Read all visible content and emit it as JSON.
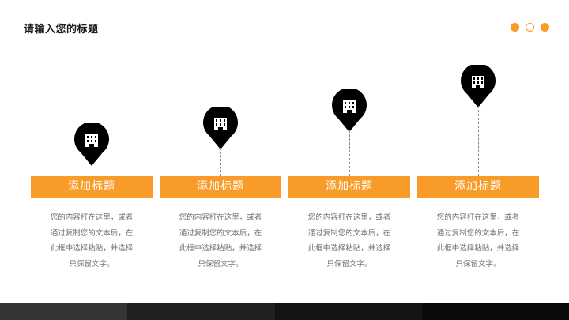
{
  "slide": {
    "title": "请输入您的标题",
    "accent_color": "#F99B28"
  },
  "indicator_dots": [
    {
      "style": "filled"
    },
    {
      "style": "hollow"
    },
    {
      "style": "filled"
    }
  ],
  "columns": [
    {
      "heading": "添加标题",
      "icon": "building-icon",
      "description_lines": [
        "您的内容打在这里，或者",
        "通过复制您的文本后，在",
        "此框中选择粘贴，并选择",
        "只保留文字。"
      ]
    },
    {
      "heading": "添加标题",
      "icon": "building-icon",
      "description_lines": [
        "您的内容打在这里，或者",
        "通过复制您的文本后，在",
        "此框中选择粘贴，并选择",
        "只保留文字。"
      ]
    },
    {
      "heading": "添加标题",
      "icon": "building-icon",
      "description_lines": [
        "您的内容打在这里，或者",
        "通过复制您的文本后，在",
        "此框中选择粘贴，并选择",
        "只保留文字。"
      ]
    },
    {
      "heading": "添加标题",
      "icon": "building-icon",
      "description_lines": [
        "您的内容打在这里，或者",
        "通过复制您的文本后，在",
        "此框中选择粘贴，并选择",
        "只保留文字。"
      ]
    }
  ],
  "footer": {
    "segments": [
      "#353535",
      "#202020",
      "#141414",
      "#0A0A0A"
    ]
  }
}
